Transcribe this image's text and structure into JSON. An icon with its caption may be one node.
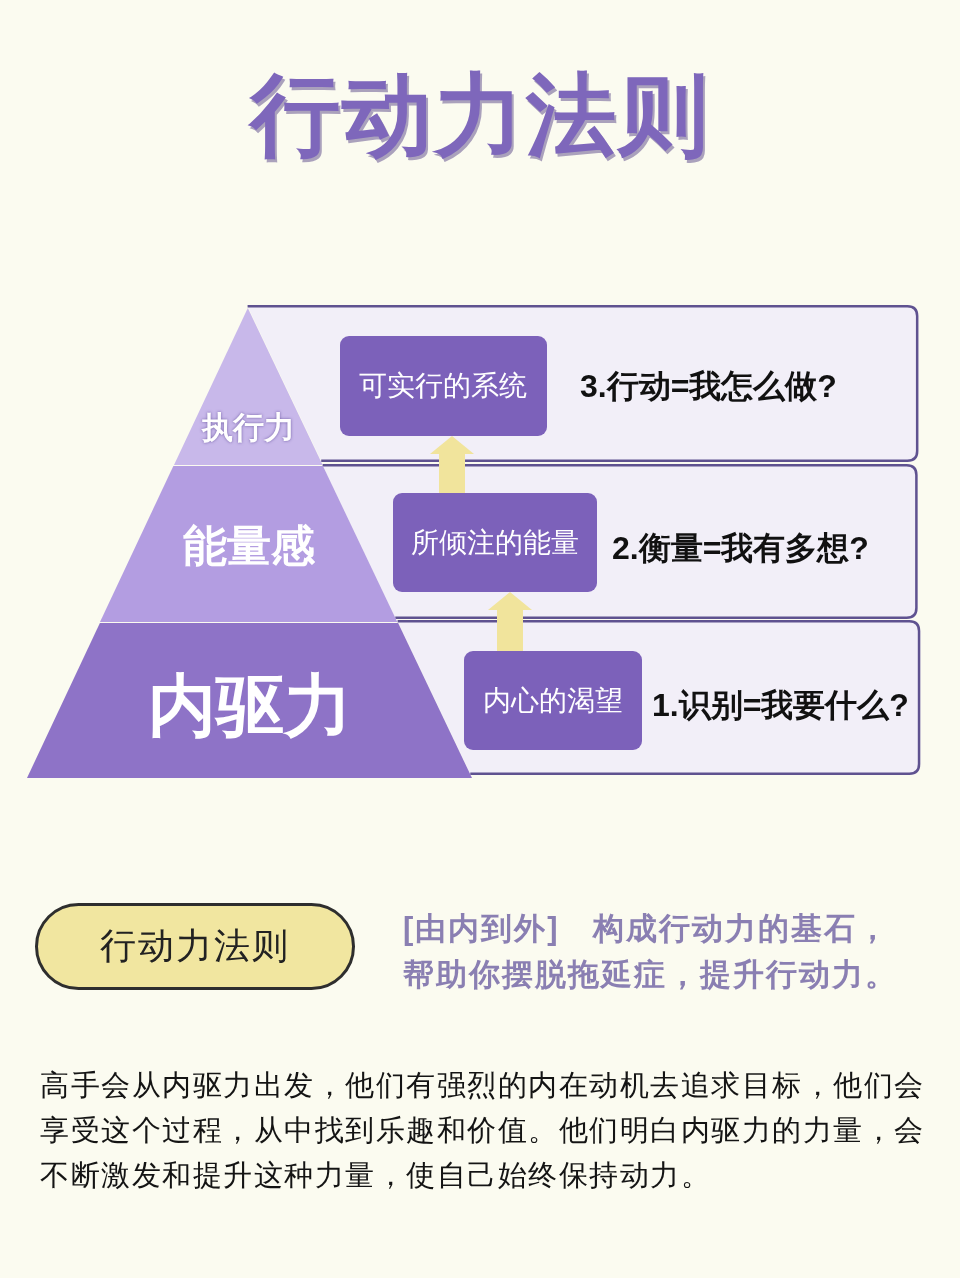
{
  "diagram": {
    "title": "行动力法则",
    "nodes": [
      {
        "text": [
          "执行力"
        ]
      },
      {
        "text": [
          "能量感"
        ]
      },
      {
        "text": [
          "内驱力"
        ]
      },
      {
        "text": [
          "3.行动=我怎么做?"
        ]
      },
      {
        "text": [
          "可实行的系统"
        ],
        "in": 3
      },
      {
        "text": [
          "2.衡量=我有多想?"
        ]
      },
      {
        "text": [
          "所倾注的能量"
        ],
        "in": 5
      },
      {
        "text": [
          "1.识别=我要什么?"
        ]
      },
      {
        "text": [
          "内心的渴望"
        ],
        "in": 7
      },
      {
        "text": [
          "行动力法则"
        ]
      }
    ],
    "edges": [
      {
        "from": 8,
        "to": 6,
        "arrow": "to"
      },
      {
        "from": 6,
        "to": 4,
        "arrow": "to"
      }
    ],
    "labels": [
      "[由内到外]　构成行动力的基石，帮助你摆脱拖延症，提升行动力。",
      "高手会从内驱力出发，他们有强烈的内在动机去追求目标，他们会享受这个过程，从中找到乐趣和价值。他们明白内驱力的力量，会不断激发和提升这种力量，使自己始终保持动力。"
    ]
  }
}
